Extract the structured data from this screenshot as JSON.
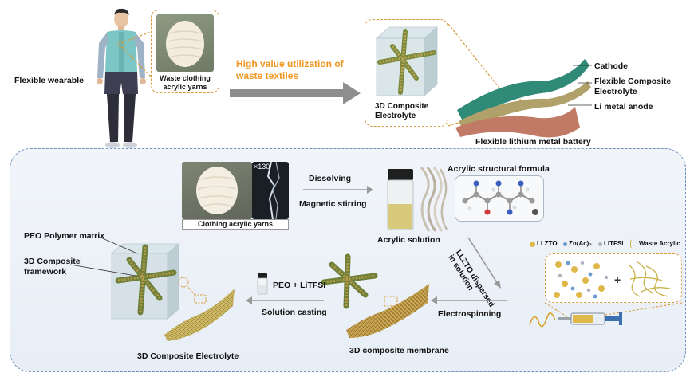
{
  "top": {
    "flexible_wearable": "Flexible wearable",
    "yarn_caption": "Waste clothing acrylic yarns",
    "utilization": "High value utilization of waste textiles",
    "composite_electrolyte": "3D Composite Electrolyte",
    "cathode": "Cathode",
    "flexible_composite_electrolyte": "Flexible Composite Electrolyte",
    "li_anode": "Li metal anode",
    "battery": "Flexible lithium metal battery"
  },
  "bottom": {
    "magnification": "×130",
    "clothing_yarns": "Clothing acrylic yarns",
    "dissolving": "Dissolving",
    "magnetic_stirring": "Magnetic stirring",
    "acrylic_solution": "Acrylic solution",
    "structural_formula": "Acrylic structural formula",
    "llzto_dispersed": "LLZTO dispersed in solution",
    "legend": {
      "llzto": "LLZTO",
      "znac": "Zn(Ac)₂",
      "litfsi": "LiTFSI",
      "waste_acrylic": "Waste Acrylic"
    },
    "electrospinning": "Electrospinning",
    "composite_membrane": "3D composite membrane",
    "peo_litfsi": "PEO + LiTFSI",
    "solution_casting": "Solution casting",
    "peo_matrix": "PEO Polymer matrix",
    "composite_framework": "3D Composite framework",
    "composite_electrolyte": "3D Composite Electrolyte"
  },
  "colors": {
    "accent_orange": "#f0961e",
    "panel_border": "#6f8fc4",
    "yarn_dash": "#d89a3a",
    "cathode": "#2f8a78",
    "anode": "#c07a66"
  }
}
